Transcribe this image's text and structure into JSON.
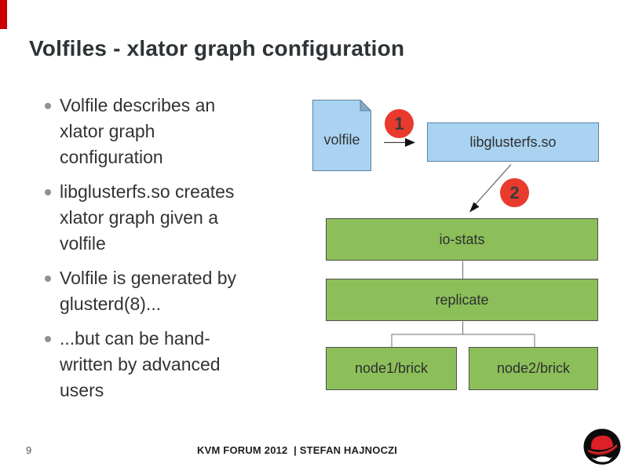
{
  "slide": {
    "title": "Volfiles - xlator graph configuration",
    "bullets": [
      "Volfile describes an\nxlator graph\nconfiguration",
      "libglusterfs.so creates\nxlator graph given a\nvolfile",
      "Volfile is generated by\nglusterd(8)...",
      "...but can be hand-\nwritten by advanced\nusers"
    ],
    "footer": {
      "page_number": "9",
      "text": "KVM FORUM 2012  | STEFAN HAJNOCZI"
    }
  },
  "diagram": {
    "volfile_label": "volfile",
    "libglusterfs_label": "libglusterfs.so",
    "steps": {
      "one": "1",
      "two": "2"
    },
    "xlator_boxes": [
      "io-stats",
      "replicate",
      "node1/brick",
      "node2/brick"
    ],
    "colors": {
      "file_fill": "#a9d3f1",
      "file_border": "#5e82a0",
      "file_fold": "#87a7c4",
      "xlator_fill": "#8cbf5a",
      "xlator_border": "#4f4f4f",
      "step_badge_red": "#e93a2e",
      "accent_bar_red": "#cc0000",
      "connector_gray": "#7a7a7a"
    }
  },
  "icons": {
    "bullet": "circle-dot",
    "logo": "redhat-shadowman"
  }
}
